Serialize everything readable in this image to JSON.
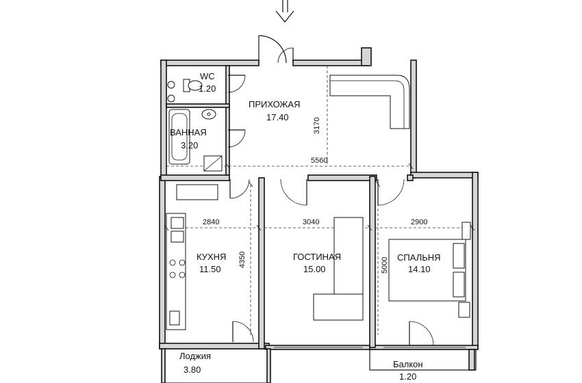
{
  "rooms": {
    "wc": {
      "name": "WC",
      "area": "1.20"
    },
    "hall": {
      "name": "ПРИХОЖАЯ",
      "area": "17.40"
    },
    "bath": {
      "name": "ВАННАЯ",
      "area": "3.20"
    },
    "kitchen": {
      "name": "КУХНЯ",
      "area": "11.50"
    },
    "living": {
      "name": "ГОСТИНАЯ",
      "area": "15.00"
    },
    "bedroom": {
      "name": "СПАЛЬНЯ",
      "area": "14.10"
    },
    "loggia": {
      "name": "Лоджия",
      "area": "3.80"
    },
    "balcony": {
      "name": "Балкон",
      "area": "1.20"
    }
  },
  "dimensions": {
    "hall_depth": "3170",
    "hall_width": "5560",
    "kitchen_width": "2840",
    "living_width": "3040",
    "bedroom_width": "2900",
    "kitchen_depth": "4350",
    "living_depth": "5000"
  }
}
